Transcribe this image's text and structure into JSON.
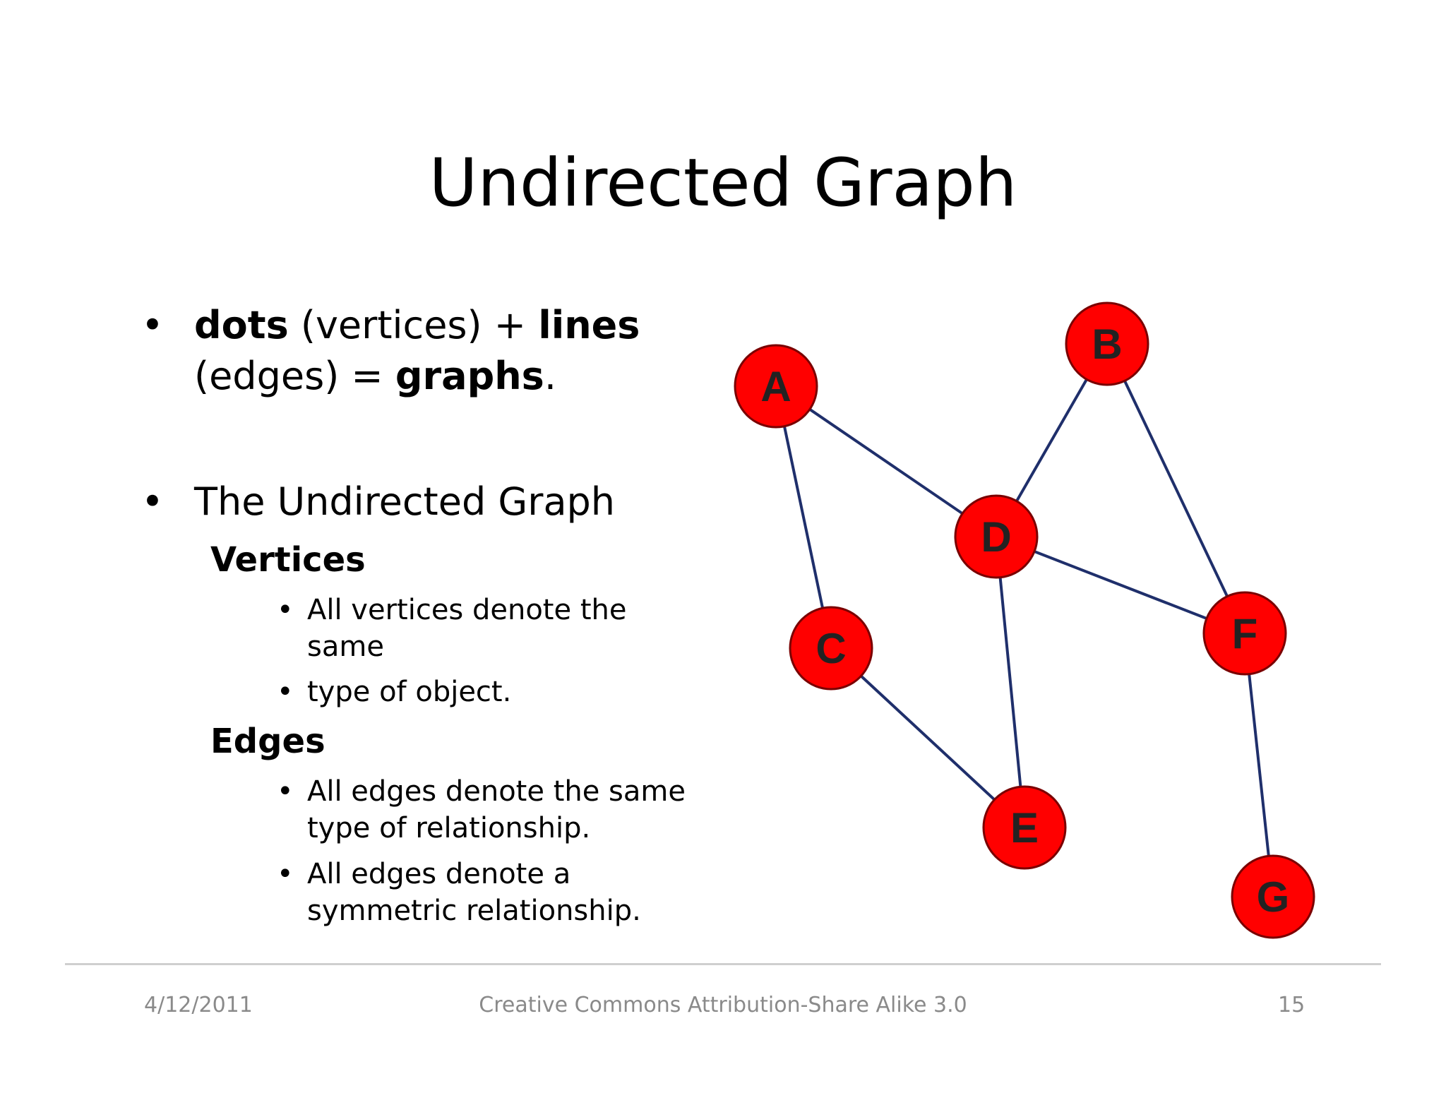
{
  "title": "Undirected Graph",
  "bullets": {
    "first": {
      "part1": "dots",
      "part2": " (vertices) + ",
      "part3": "lines",
      "part4": "(edges) = ",
      "part5": "graphs",
      "part6": "."
    },
    "second": "The Undirected Graph",
    "vertices_heading": "Vertices",
    "vertices_items": [
      " All vertices denote the same",
      "type of object."
    ],
    "edges_heading": "Edges",
    "edges_items": [
      " All edges denote the same type of relationship.",
      " All edges denote a symmetric relationship."
    ]
  },
  "graph": {
    "node_color": "#ff0000",
    "node_stroke": "#7a0000",
    "edge_color": "#1f2f6b",
    "nodes": [
      "A",
      "B",
      "C",
      "D",
      "E",
      "F",
      "G"
    ],
    "edges": [
      [
        "A",
        "D"
      ],
      [
        "A",
        "C"
      ],
      [
        "B",
        "D"
      ],
      [
        "B",
        "F"
      ],
      [
        "D",
        "F"
      ],
      [
        "D",
        "E"
      ],
      [
        "C",
        "E"
      ],
      [
        "F",
        "G"
      ]
    ]
  },
  "footer": {
    "date": "4/12/2011",
    "license": "Creative Commons Attribution-Share Alike 3.0",
    "page": "15"
  }
}
